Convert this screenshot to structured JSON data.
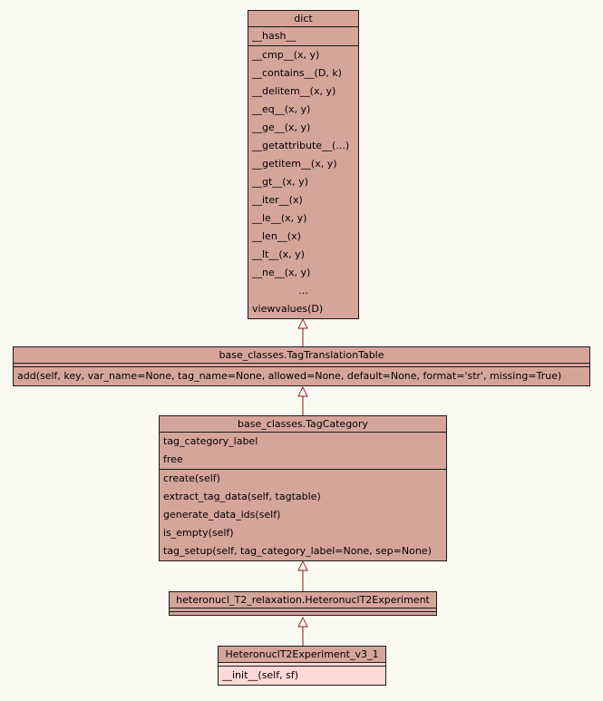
{
  "diagram_title": "UML class inheritance diagram",
  "colors": {
    "page-bg": "#fbfbf3",
    "box-fill": "#d5a59a",
    "box-fill-highlight": "#fbd9d5",
    "box-border": "#1a1a1a",
    "arrow": "#8b1a1a",
    "text": "#000000"
  },
  "classes": {
    "dict": {
      "title": "dict",
      "attributes": [
        "__hash__"
      ],
      "methods": [
        "__cmp__(x, y)",
        "__contains__(D, k)",
        "__delitem__(x, y)",
        "__eq__(x, y)",
        "__ge__(x, y)",
        "__getattribute__(...)",
        "__getitem__(x, y)",
        "__gt__(x, y)",
        "__iter__(x)",
        "__le__(x, y)",
        "__len__(x)",
        "__lt__(x, y)",
        "__ne__(x, y)",
        "...",
        "viewvalues(D)"
      ]
    },
    "tag_translation_table": {
      "title": "base_classes.TagTranslationTable",
      "attributes": [],
      "methods": [
        "add(self, key, var_name=None, tag_name=None, allowed=None, default=None, format='str', missing=True)"
      ]
    },
    "tag_category": {
      "title": "base_classes.TagCategory",
      "attributes": [
        "tag_category_label",
        "free"
      ],
      "methods": [
        "create(self)",
        "extract_tag_data(self, tagtable)",
        "generate_data_ids(self)",
        "is_empty(self)",
        "tag_setup(self, tag_category_label=None, sep=None)"
      ]
    },
    "heteronucl_t2_experiment": {
      "title": "heteronucl_T2_relaxation.HeteronuclT2Experiment",
      "attributes": [],
      "methods": []
    },
    "heteronucl_t2_experiment_v3_1": {
      "title": "HeteronuclT2Experiment_v3_1",
      "attributes": [],
      "methods": [
        "__init__(self, sf)"
      ]
    }
  }
}
